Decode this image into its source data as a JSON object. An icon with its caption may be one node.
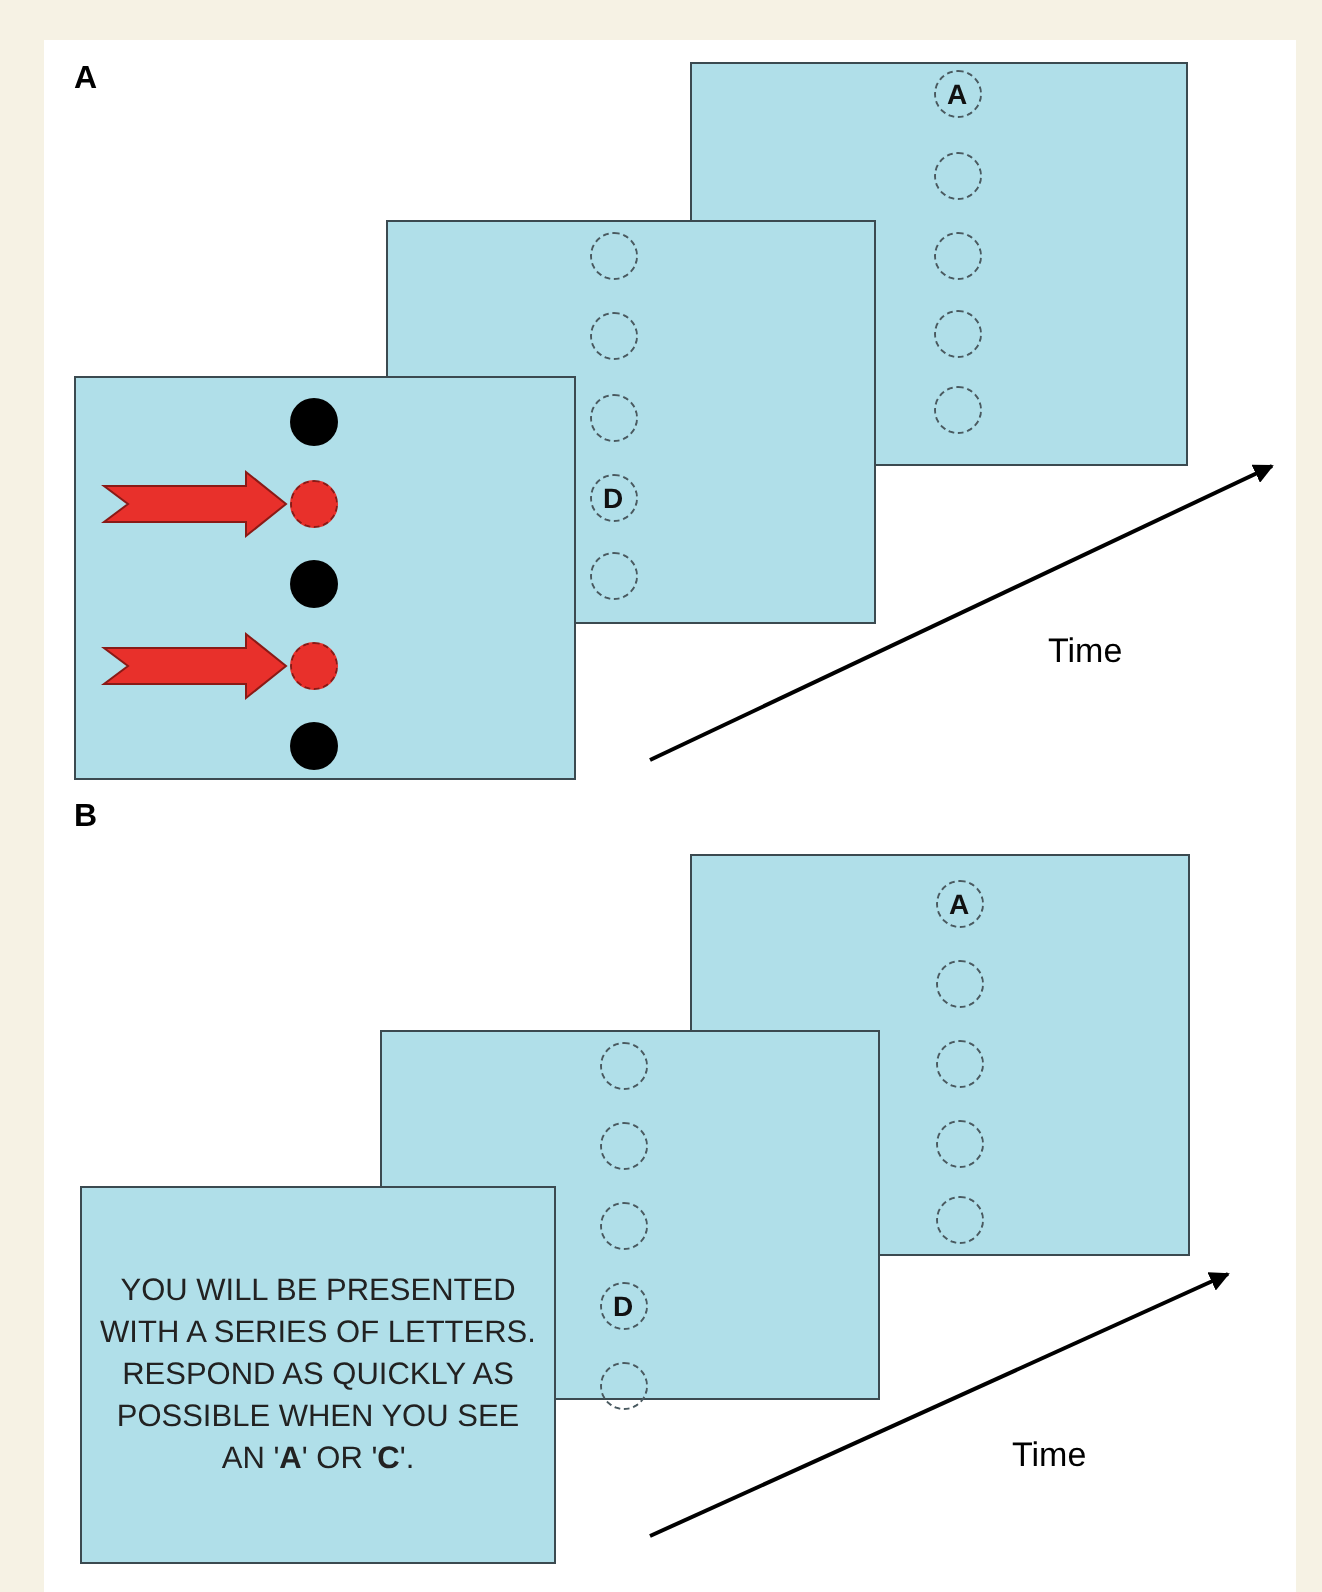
{
  "diagram": {
    "nodes": [
      {
        "text": [],
        "shape": "box"
      },
      {
        "text": [],
        "shape": "circle",
        "in": 0
      },
      {
        "text": [],
        "shape": "circle",
        "in": 0
      },
      {
        "text": [],
        "shape": "circle",
        "in": 0
      },
      {
        "text": [],
        "shape": "circle",
        "in": 0
      },
      {
        "text": [],
        "shape": "circle",
        "in": 0
      },
      {
        "text": [],
        "shape": "box"
      },
      {
        "text": [],
        "shape": "circle",
        "in": 6
      },
      {
        "text": [],
        "shape": "circle",
        "in": 6
      },
      {
        "text": [],
        "shape": "circle",
        "in": 6
      },
      {
        "text": [
          "D"
        ],
        "in": 6
      },
      {
        "text": [],
        "shape": "circle",
        "in": 6
      },
      {
        "text": [],
        "shape": "box"
      },
      {
        "text": [
          "A"
        ],
        "in": 12
      },
      {
        "text": [],
        "shape": "circle",
        "in": 12
      },
      {
        "text": [],
        "shape": "circle",
        "in": 12
      },
      {
        "text": [],
        "shape": "circle",
        "in": 12
      },
      {
        "text": [],
        "shape": "circle",
        "in": 12
      },
      {
        "text": [
          "YOU WILL BE PRESENTED WITH A SERIES OF LETTERS. RESPOND AS QUICKLY AS POSSIBLE WHEN YOU SEE AN '**A**' OR '**C**'."
        ]
      },
      {
        "text": [],
        "shape": "box"
      },
      {
        "text": [],
        "shape": "circle",
        "in": 19
      },
      {
        "text": [],
        "shape": "circle",
        "in": 19
      },
      {
        "text": [],
        "shape": "circle",
        "in": 19
      },
      {
        "text": [
          "D"
        ],
        "in": 19
      },
      {
        "text": [],
        "shape": "circle",
        "in": 19
      },
      {
        "text": [],
        "shape": "box"
      },
      {
        "text": [
          "A"
        ],
        "in": 25
      },
      {
        "text": [],
        "shape": "circle",
        "in": 25
      },
      {
        "text": [],
        "shape": "circle",
        "in": 25
      },
      {
        "text": [],
        "shape": "circle",
        "in": 25
      },
      {
        "text": [],
        "shape": "circle",
        "in": 25
      }
    ],
    "edges": [
      {
        "from": null,
        "to": 2,
        "arrow": "to",
        "style": "thick",
        "color": "#e8302b"
      },
      {
        "from": null,
        "to": 4,
        "arrow": "to",
        "style": "thick",
        "color": "#e8302b"
      }
    ],
    "labels": [
      "A",
      "Time",
      "B",
      "Time"
    ]
  }
}
